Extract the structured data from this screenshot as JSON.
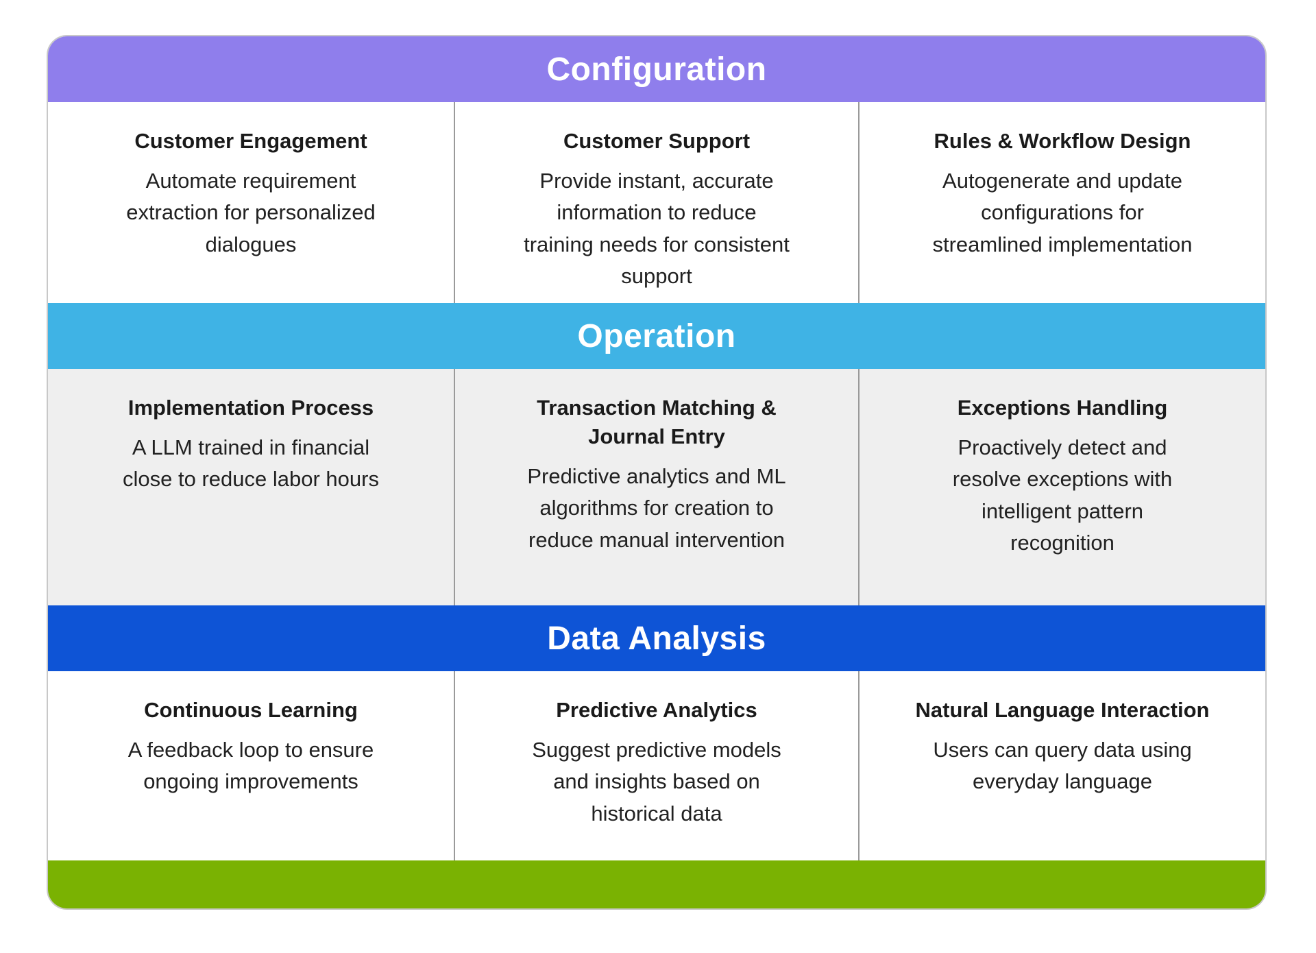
{
  "colors": {
    "configuration_band": "#8f7eec",
    "operation_band": "#3fb3e5",
    "data_analysis_band": "#0e54d6",
    "footer_bar": "#7ab202",
    "row_alt_background": "#efefef",
    "divider": "#9a9a9a",
    "header_text": "#ffffff",
    "body_text": "#212121"
  },
  "sections": [
    {
      "label": "Configuration",
      "color": "#8f7eec",
      "cells": [
        {
          "title": "Customer Engagement",
          "desc": "Automate requirement extraction for personalized dialogues"
        },
        {
          "title": "Customer Support",
          "desc": "Provide instant, accurate information to reduce training needs for consistent support"
        },
        {
          "title": "Rules & Workflow Design",
          "desc": "Autogenerate and update configurations for streamlined implementation"
        }
      ]
    },
    {
      "label": "Operation",
      "color": "#3fb3e5",
      "cells": [
        {
          "title": "Implementation Process",
          "desc": "A LLM trained in financial close to reduce labor hours"
        },
        {
          "title": "Transaction Matching & Journal Entry",
          "desc": "Predictive analytics and ML algorithms for creation to reduce manual intervention"
        },
        {
          "title": "Exceptions Handling",
          "desc": "Proactively detect and resolve exceptions with intelligent pattern recognition"
        }
      ]
    },
    {
      "label": "Data Analysis",
      "color": "#0e54d6",
      "cells": [
        {
          "title": "Continuous Learning",
          "desc": "A feedback loop to ensure ongoing improvements"
        },
        {
          "title": "Predictive Analytics",
          "desc": "Suggest predictive models and insights based on historical data"
        },
        {
          "title": "Natural Language Interaction",
          "desc": "Users can query data using everyday language"
        }
      ]
    }
  ],
  "footer": {
    "color": "#7ab202"
  }
}
